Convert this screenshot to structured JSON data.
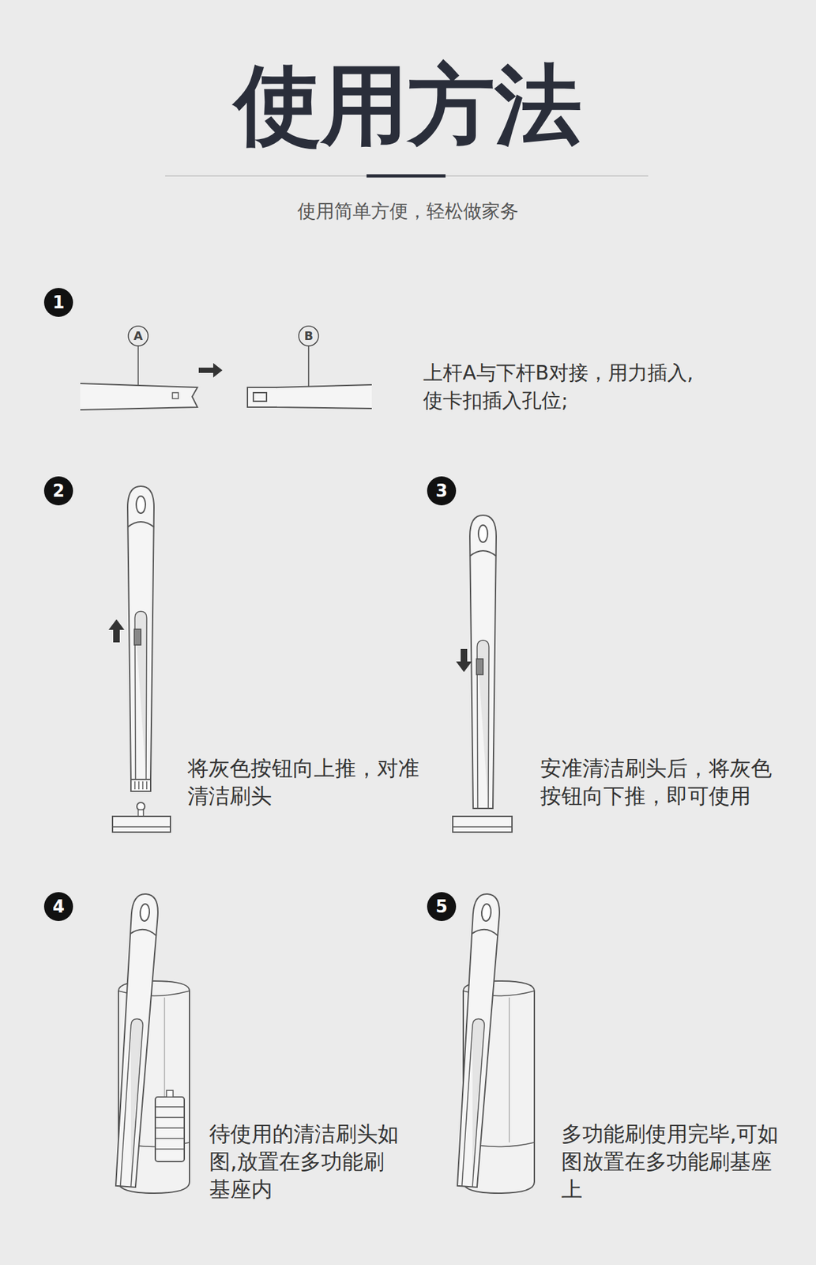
{
  "diagram": {
    "title": "使用方法",
    "labels": [
      "使用简单方便，轻松做家务",
      "1",
      "A",
      "B",
      "上杆A与下杆B对接，用力插入, 使卡扣插入孔位;",
      "2",
      "将灰色按钮向上推，对准清洁刷头",
      "3",
      "安准清洁刷头后，将灰色按钮向下推，即可使用",
      "4",
      "待使用的清洁刷头如图,放置在多功能刷基座内",
      "5",
      "多功能刷使用完毕,可如图放置在多功能刷基座上"
    ]
  }
}
